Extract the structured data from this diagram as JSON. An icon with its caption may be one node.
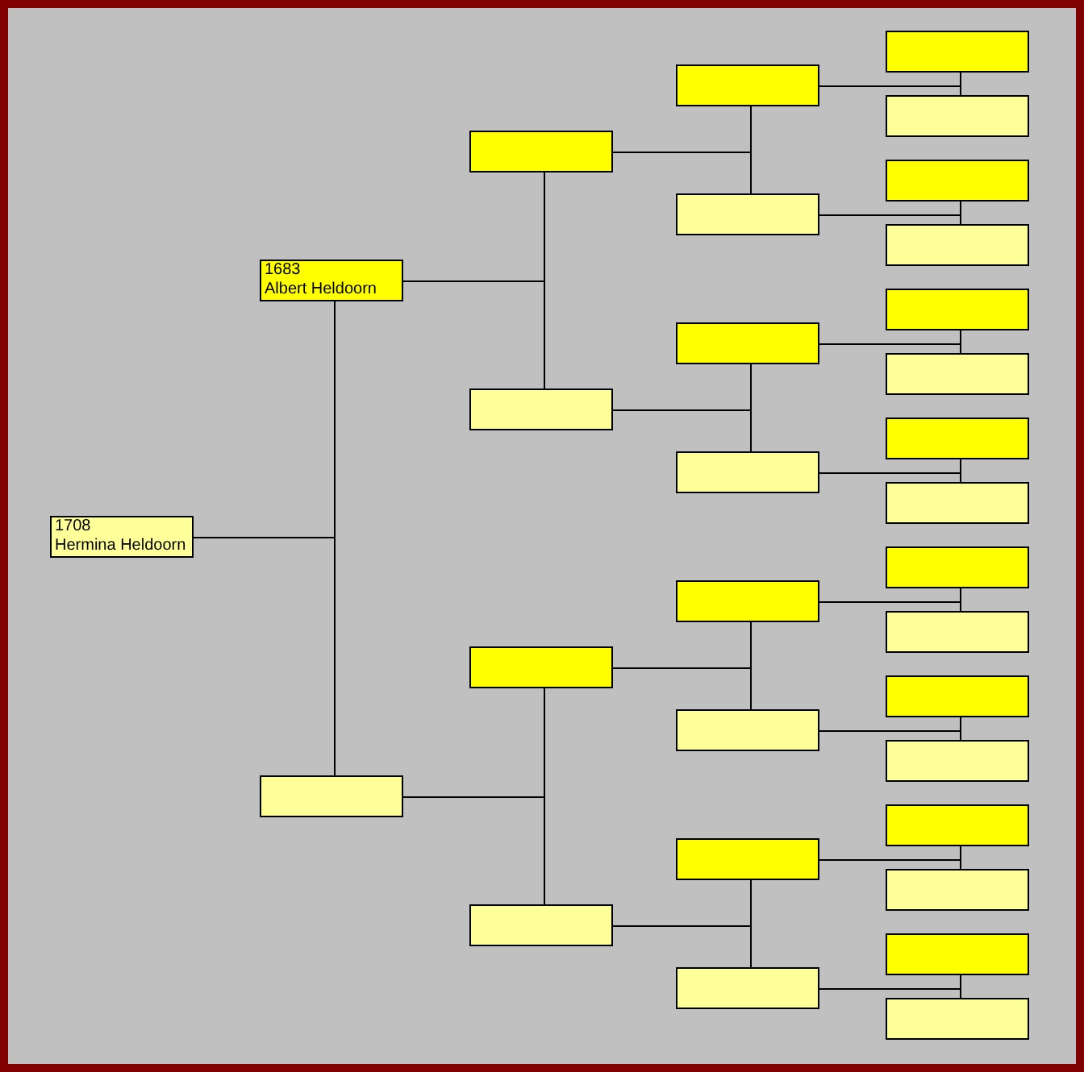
{
  "diagram": {
    "nodes": [
      {
        "text": [
          "1708",
          "Hermina Heldoorn"
        ]
      },
      {
        "text": [
          "1683",
          "Albert Heldoorn"
        ]
      },
      {
        "text": [],
        "shape": "box"
      },
      {
        "text": [],
        "shape": "box"
      },
      {
        "text": [],
        "shape": "box"
      },
      {
        "text": [],
        "shape": "box"
      },
      {
        "text": [],
        "shape": "box"
      },
      {
        "text": [],
        "shape": "box"
      },
      {
        "text": [],
        "shape": "box"
      },
      {
        "text": [],
        "shape": "box"
      },
      {
        "text": [],
        "shape": "box"
      },
      {
        "text": [],
        "shape": "box"
      },
      {
        "text": [],
        "shape": "box"
      },
      {
        "text": [],
        "shape": "box"
      },
      {
        "text": [],
        "shape": "box"
      },
      {
        "text": [],
        "shape": "box"
      },
      {
        "text": [],
        "shape": "box"
      },
      {
        "text": [],
        "shape": "box"
      },
      {
        "text": [],
        "shape": "box"
      },
      {
        "text": [],
        "shape": "box"
      },
      {
        "text": [],
        "shape": "box"
      },
      {
        "text": [],
        "shape": "box"
      },
      {
        "text": [],
        "shape": "box"
      },
      {
        "text": [],
        "shape": "box"
      },
      {
        "text": [],
        "shape": "box"
      },
      {
        "text": [],
        "shape": "box"
      },
      {
        "text": [],
        "shape": "box"
      },
      {
        "text": [],
        "shape": "box"
      },
      {
        "text": [],
        "shape": "box"
      },
      {
        "text": [],
        "shape": "box"
      },
      {
        "text": [],
        "shape": "box"
      }
    ],
    "edges": [
      {
        "from": 0,
        "to": 1,
        "arrow": "none"
      },
      {
        "from": 0,
        "to": 2,
        "arrow": "none"
      },
      {
        "from": 1,
        "to": 3,
        "arrow": "none"
      },
      {
        "from": 1,
        "to": 4,
        "arrow": "none"
      },
      {
        "from": 2,
        "to": 5,
        "arrow": "none"
      },
      {
        "from": 2,
        "to": 6,
        "arrow": "none"
      },
      {
        "from": 3,
        "to": 7,
        "arrow": "none"
      },
      {
        "from": 3,
        "to": 8,
        "arrow": "none"
      },
      {
        "from": 4,
        "to": 9,
        "arrow": "none"
      },
      {
        "from": 4,
        "to": 10,
        "arrow": "none"
      },
      {
        "from": 5,
        "to": 11,
        "arrow": "none"
      },
      {
        "from": 5,
        "to": 12,
        "arrow": "none"
      },
      {
        "from": 6,
        "to": 13,
        "arrow": "none"
      },
      {
        "from": 6,
        "to": 14,
        "arrow": "none"
      },
      {
        "from": 7,
        "to": 15,
        "arrow": "none"
      },
      {
        "from": 7,
        "to": 16,
        "arrow": "none"
      },
      {
        "from": 8,
        "to": 17,
        "arrow": "none"
      },
      {
        "from": 8,
        "to": 18,
        "arrow": "none"
      },
      {
        "from": 9,
        "to": 19,
        "arrow": "none"
      },
      {
        "from": 9,
        "to": 20,
        "arrow": "none"
      },
      {
        "from": 10,
        "to": 21,
        "arrow": "none"
      },
      {
        "from": 10,
        "to": 22,
        "arrow": "none"
      },
      {
        "from": 11,
        "to": 23,
        "arrow": "none"
      },
      {
        "from": 11,
        "to": 24,
        "arrow": "none"
      },
      {
        "from": 12,
        "to": 25,
        "arrow": "none"
      },
      {
        "from": 12,
        "to": 26,
        "arrow": "none"
      },
      {
        "from": 13,
        "to": 27,
        "arrow": "none"
      },
      {
        "from": 13,
        "to": 28,
        "arrow": "none"
      },
      {
        "from": 14,
        "to": 29,
        "arrow": "none"
      },
      {
        "from": 14,
        "to": 30,
        "arrow": "none"
      }
    ]
  }
}
